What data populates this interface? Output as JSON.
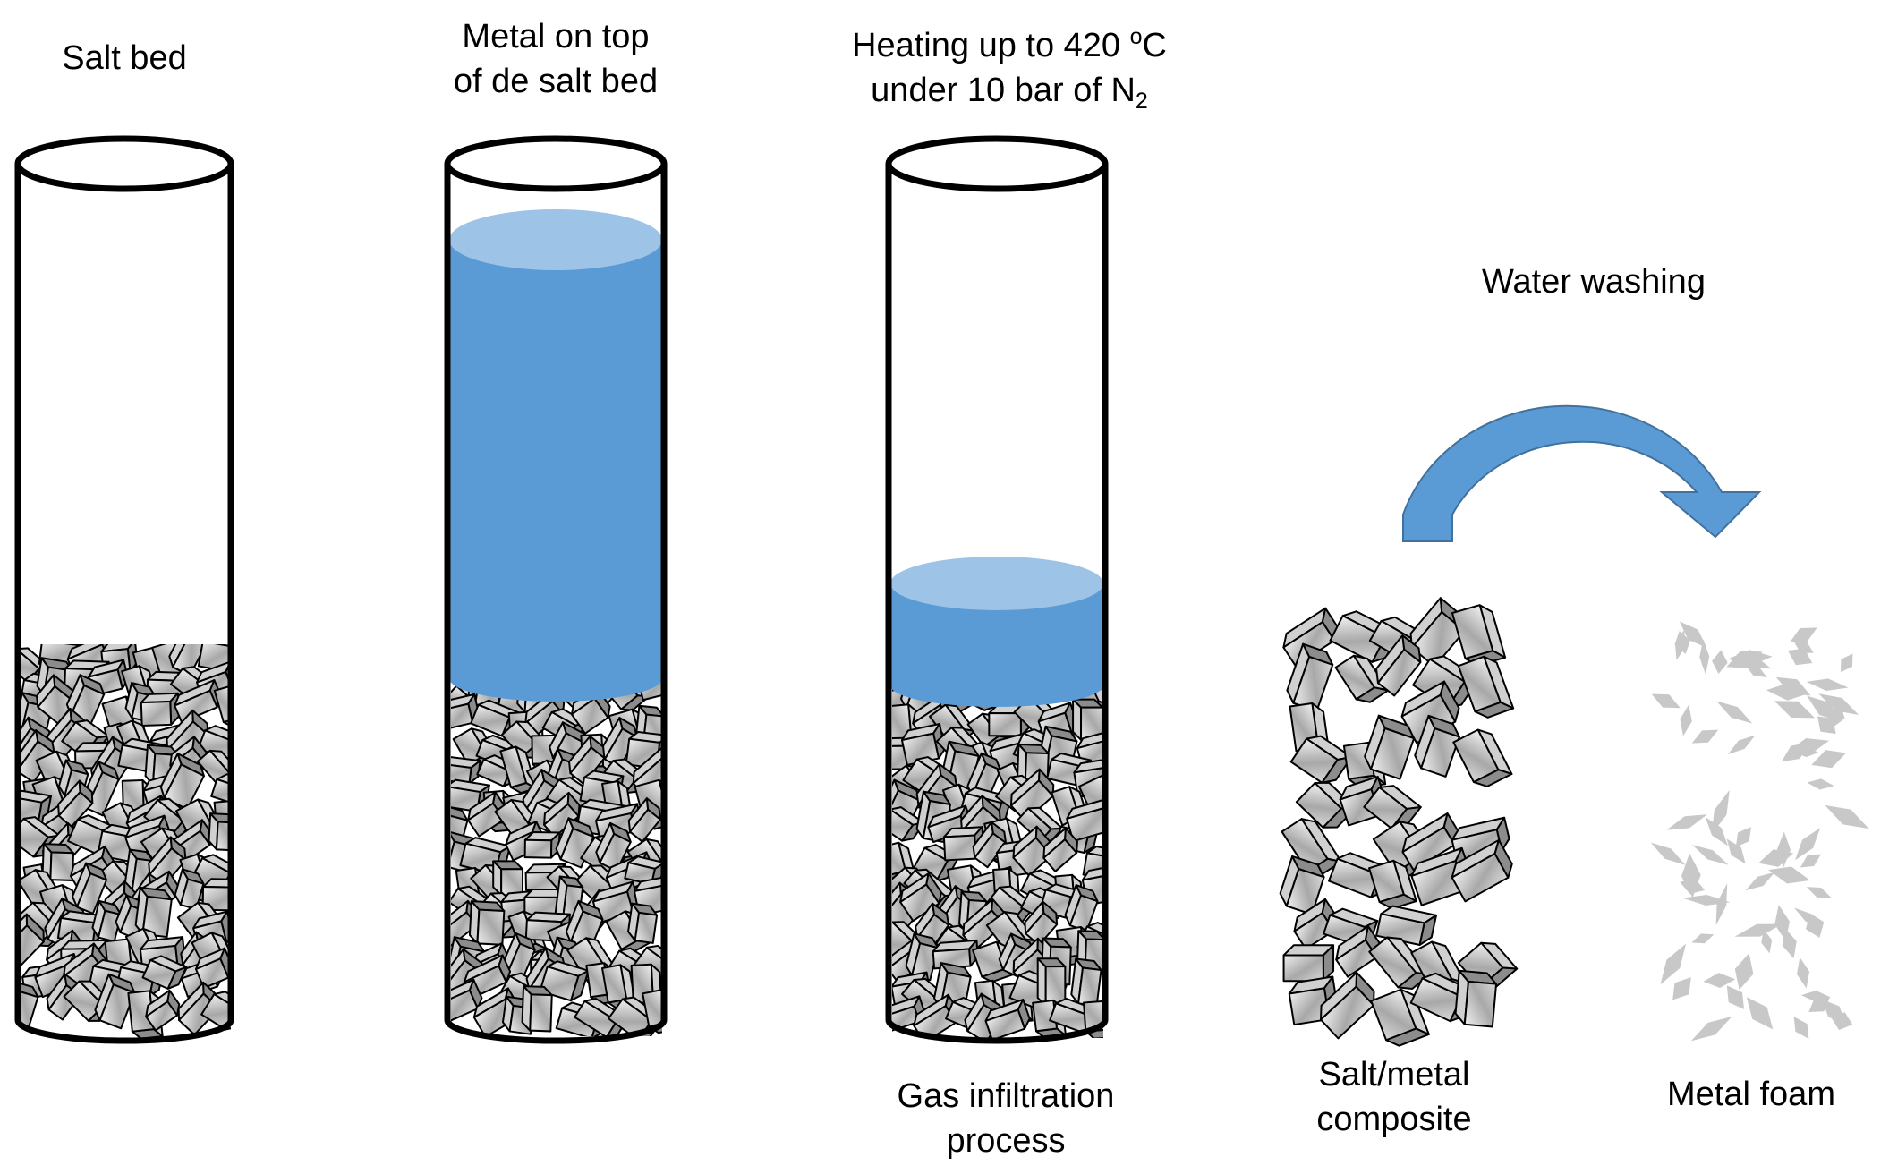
{
  "colors": {
    "metal": "#5b9bd5",
    "metal_top": "#9dc3e6",
    "salt_face": "#bfbfbf",
    "foam_flake": "#c8c8c8",
    "arrow": "#5b9bd5",
    "outline": "#000000"
  },
  "steps": [
    {
      "line1": "Salt bed",
      "line2": ""
    },
    {
      "line1": "Metal on top",
      "line2": "of de salt bed"
    },
    {
      "line1_pre": "Heating up to 420 ",
      "line1_sup": "o",
      "line1_post": "C",
      "line2_pre": "under 10 bar of N",
      "line2_sub": "2",
      "bottom_line1": "Gas infiltration",
      "bottom_line2": "process"
    },
    {
      "line1": "Salt/metal",
      "line2": "composite"
    },
    {
      "line1": "Metal foam"
    }
  ],
  "arrow_label": "Water washing",
  "figure": {
    "tubes": [
      {
        "id": "salt-bed",
        "salt_fill": 0.5,
        "metal_fill": 0
      },
      {
        "id": "metal-on-salt",
        "salt_fill": 0.43,
        "metal_fill": 0.55
      },
      {
        "id": "after-infiltration",
        "salt_fill": 0.43,
        "metal_fill": 0.16
      }
    ]
  }
}
